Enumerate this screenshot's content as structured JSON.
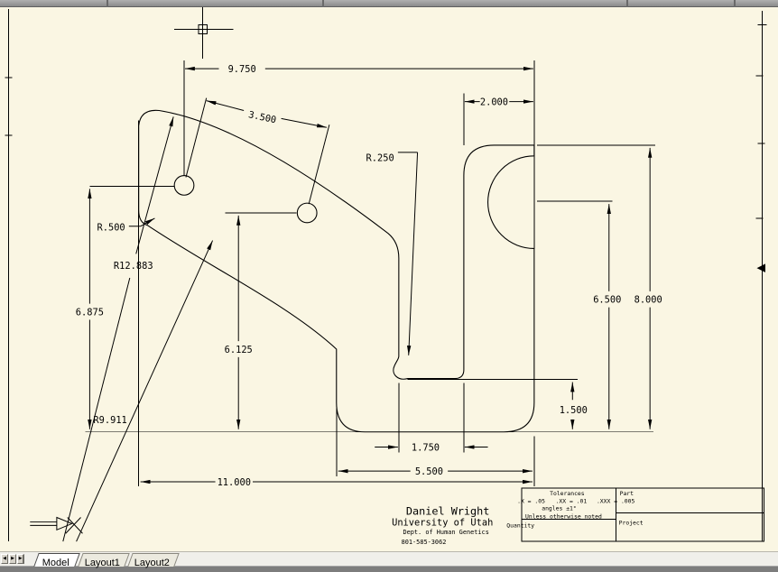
{
  "colors": {
    "canvas_bg": "#FAF6E3",
    "line": "#000000",
    "chrome_bar": "#9A9A9A",
    "tab_strip_bg": "#F0EFEA",
    "active_tab_bg": "#FFFFFF",
    "bottom_bar": "#7D7D7D"
  },
  "drawing": {
    "dims": {
      "w9750": "9.750",
      "w3500": "3.500",
      "w2000": "2.000",
      "r250": "R.250",
      "r500": "R.500",
      "r12883": "R12.883",
      "r9911": "R9.911",
      "h6875": "6.875",
      "h6125": "6.125",
      "h6500": "6.500",
      "h8000": "8.000",
      "h1500": "1.500",
      "w1750": "1.750",
      "w5500": "5.500",
      "w11000": "11.000"
    },
    "title_text": {
      "author": "Daniel Wright",
      "institution": "University of Utah",
      "department": "Dept. of Human Genetics",
      "phone": "801-585-3062"
    },
    "title_block": {
      "tolerances_header": "Tolerances",
      "tol_x": ".X = .05",
      "tol_xx": ".XX = .01",
      "tol_xxx": ".XXX = .005",
      "angles_note": "angles ±1°",
      "unless_note": "Unless otherwise noted",
      "quantity_label": "Quantity",
      "part_label": "Part",
      "project_label": "Project"
    }
  },
  "tabs": {
    "model": "Model",
    "layout1": "Layout1",
    "layout2": "Layout2"
  },
  "nav_buttons": {
    "prev": "◀",
    "next": "▶",
    "last": "▶"
  }
}
